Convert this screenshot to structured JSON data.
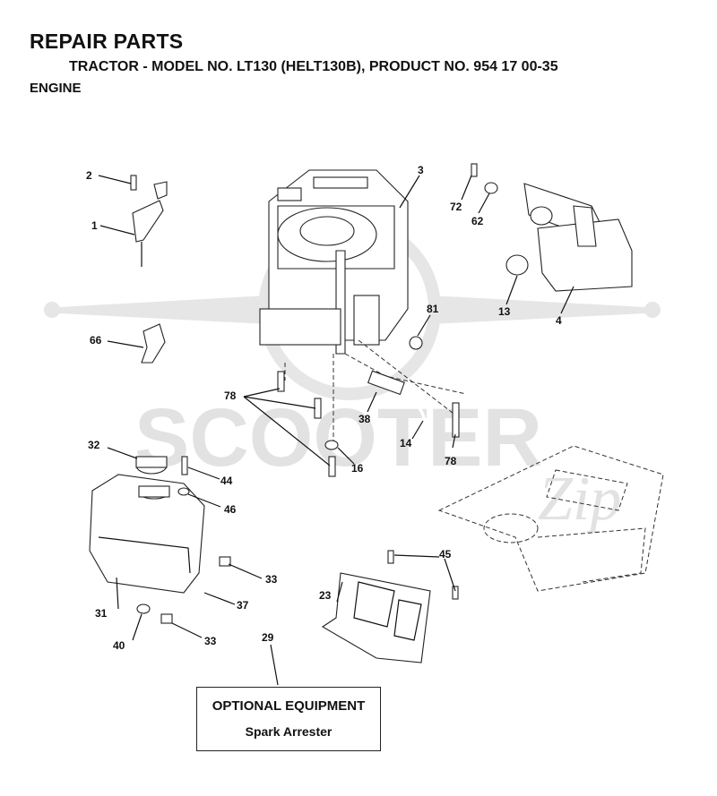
{
  "header": {
    "title": "REPAIR PARTS",
    "subtitle": "TRACTOR - MODEL NO. LT130 (HELT130B), PRODUCT NO. 954 17 00-35",
    "section": "ENGINE"
  },
  "watermark": {
    "text": "SCOOTER",
    "script": "Zip"
  },
  "callouts": {
    "c2": "2",
    "c1": "1",
    "c66": "66",
    "c3": "3",
    "c72": "72",
    "c62": "62",
    "c13": "13",
    "c4": "4",
    "c81": "81",
    "c78a": "78",
    "c38": "38",
    "c14": "14",
    "c78b": "78",
    "c16": "16",
    "c32": "32",
    "c44": "44",
    "c46": "46",
    "c31": "31",
    "c33a": "33",
    "c37": "37",
    "c40": "40",
    "c33b": "33",
    "c29": "29",
    "c45": "45",
    "c23": "23"
  },
  "optional_box": {
    "title": "OPTIONAL EQUIPMENT",
    "item": "Spark Arrester"
  }
}
